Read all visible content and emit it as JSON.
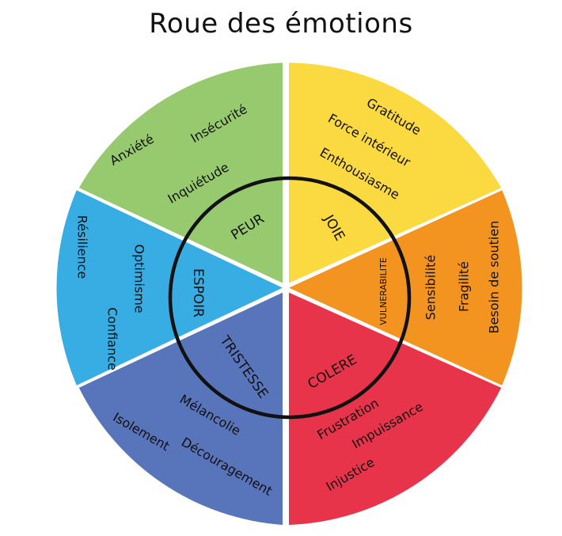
{
  "title": "Roue des émotions",
  "wheel": {
    "sectors": [
      {
        "emotion": "JOIE",
        "color": "#FBD940",
        "items": [
          "Gratitude",
          "Force intérieur",
          "Enthousiasme"
        ]
      },
      {
        "emotion": "VULNERABILITE",
        "color": "#F39320",
        "items": [
          "Sensibilité",
          "Fragilité",
          "Besoin de soutien"
        ]
      },
      {
        "emotion": "COLERE",
        "color": "#E8344B",
        "items": [
          "Frustration",
          "Impuissance",
          "Injustice"
        ]
      },
      {
        "emotion": "TRISTESSE",
        "color": "#5874BA",
        "items": [
          "Mélancolie",
          "Découragement",
          "Isolement"
        ]
      },
      {
        "emotion": "ESPOIR",
        "color": "#38ADE4",
        "items": [
          "Optimisme",
          "Confiance",
          "Résilience"
        ]
      },
      {
        "emotion": "PEUR",
        "color": "#97CA6F",
        "items": [
          "Insécurité",
          "Inquiétude",
          "Anxiété"
        ]
      }
    ],
    "ring_color": "#111111"
  }
}
